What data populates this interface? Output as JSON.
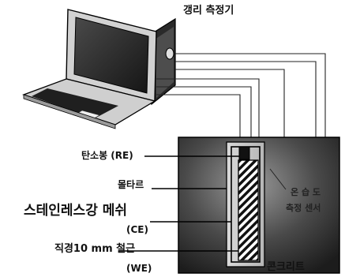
{
  "labels": {
    "instrument": "갱리 측정기",
    "reference_electrode": "탄소봉 (RE)",
    "mortar": "몰타르",
    "counter_electrode_line1": "스테인레스강 메쉬",
    "counter_electrode_line2": "(CE)",
    "working_electrode_line1": "직경10 mm 철근",
    "working_electrode_line2": "(WE)",
    "concrete": "콘크리트",
    "temperature_sensor_line1": "온 습 도",
    "temperature_sensor_line2": "측정 센서"
  }
}
